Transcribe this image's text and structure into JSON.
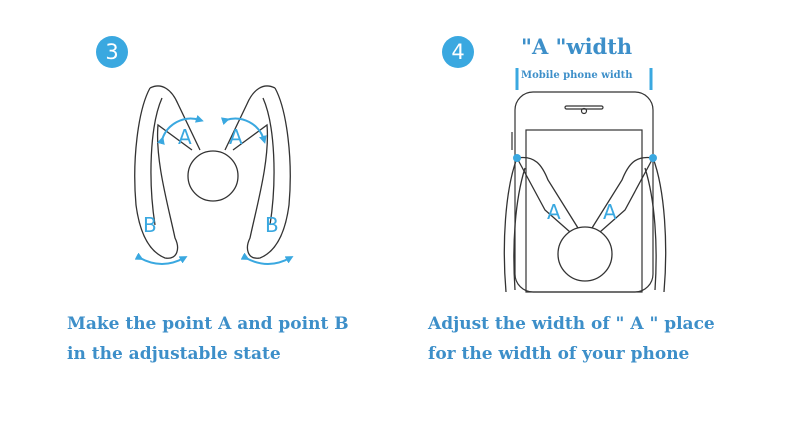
{
  "step3": {
    "number": "3"
  },
  "step4": {
    "number": "4",
    "width_title": "\"A \"width",
    "width_subtitle": "Mobile phone width"
  },
  "labels": {
    "a": "A",
    "b": "B"
  },
  "captions": {
    "left_line1": "Make the point A and point B",
    "left_line2": "in the adjustable state",
    "right_line1": "Adjust the width of \" A \" place",
    "right_line2": "for the width of your phone"
  },
  "colors": {
    "accent": "#3aa8e0",
    "caption": "#3d8fc9",
    "stroke": "#333333"
  }
}
